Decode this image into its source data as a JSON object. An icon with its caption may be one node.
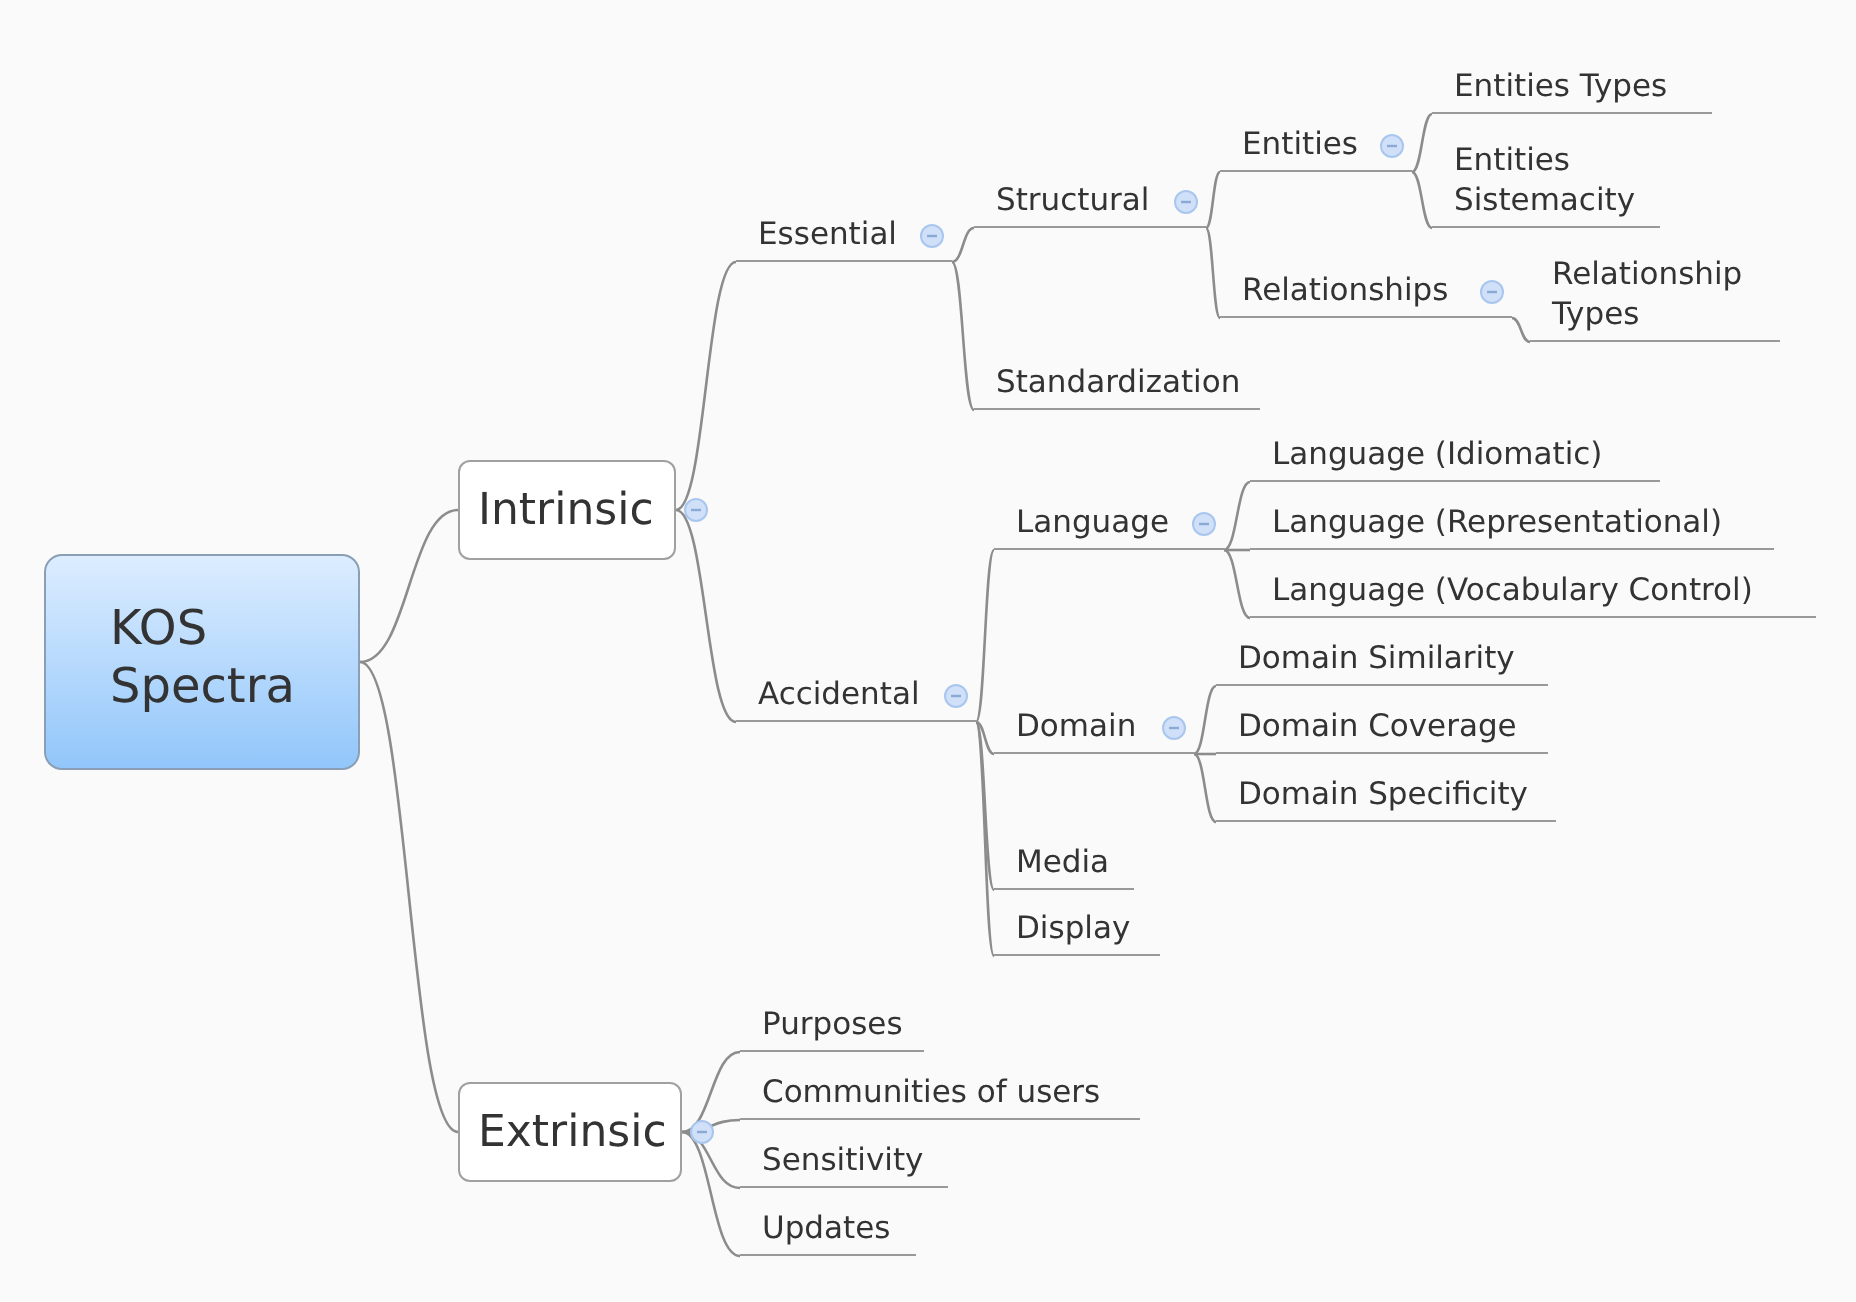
{
  "diagram": {
    "nodes": [
      {
        "text": [
          "KOS Spectra"
        ]
      },
      {
        "text": [
          "Intrinsic"
        ]
      },
      {
        "text": [
          "Essential"
        ]
      },
      {
        "text": [
          "Structural"
        ]
      },
      {
        "text": [
          "Entities"
        ]
      },
      {
        "text": [
          "Entities Types"
        ]
      },
      {
        "text": [
          "Entities Sistemacity"
        ]
      },
      {
        "text": [
          "Relationships"
        ]
      },
      {
        "text": [
          "Relationship Types"
        ]
      },
      {
        "text": [
          "Standardization"
        ]
      },
      {
        "text": [
          "Accidental"
        ]
      },
      {
        "text": [
          "Language"
        ]
      },
      {
        "text": [
          "Language (Idiomatic)"
        ]
      },
      {
        "text": [
          "Language (Representational)"
        ]
      },
      {
        "text": [
          "Language (Vocabulary Control)"
        ]
      },
      {
        "text": [
          "Domain"
        ]
      },
      {
        "text": [
          "Domain Similarity"
        ]
      },
      {
        "text": [
          "Domain Coverage"
        ]
      },
      {
        "text": [
          "Domain Specificity"
        ]
      },
      {
        "text": [
          "Media"
        ]
      },
      {
        "text": [
          "Display"
        ]
      },
      {
        "text": [
          "Extrinsic"
        ]
      },
      {
        "text": [
          "Purposes"
        ]
      },
      {
        "text": [
          "Communities of users"
        ]
      },
      {
        "text": [
          "Sensitivity"
        ]
      },
      {
        "text": [
          "Updates"
        ]
      }
    ],
    "edges": [
      {
        "from": 0,
        "to": 1,
        "arrow": "none"
      },
      {
        "from": 0,
        "to": 21,
        "arrow": "none"
      },
      {
        "from": 1,
        "to": 2,
        "arrow": "none"
      },
      {
        "from": 1,
        "to": 10,
        "arrow": "none"
      },
      {
        "from": 2,
        "to": 3,
        "arrow": "none"
      },
      {
        "from": 2,
        "to": 9,
        "arrow": "none"
      },
      {
        "from": 3,
        "to": 4,
        "arrow": "none"
      },
      {
        "from": 3,
        "to": 7,
        "arrow": "none"
      },
      {
        "from": 4,
        "to": 5,
        "arrow": "none"
      },
      {
        "from": 4,
        "to": 6,
        "arrow": "none"
      },
      {
        "from": 7,
        "to": 8,
        "arrow": "none"
      },
      {
        "from": 10,
        "to": 11,
        "arrow": "none"
      },
      {
        "from": 10,
        "to": 15,
        "arrow": "none"
      },
      {
        "from": 10,
        "to": 19,
        "arrow": "none"
      },
      {
        "from": 10,
        "to": 20,
        "arrow": "none"
      },
      {
        "from": 11,
        "to": 12,
        "arrow": "none"
      },
      {
        "from": 11,
        "to": 13,
        "arrow": "none"
      },
      {
        "from": 11,
        "to": 14,
        "arrow": "none"
      },
      {
        "from": 15,
        "to": 16,
        "arrow": "none"
      },
      {
        "from": 15,
        "to": 17,
        "arrow": "none"
      },
      {
        "from": 15,
        "to": 18,
        "arrow": "none"
      },
      {
        "from": 21,
        "to": 22,
        "arrow": "none"
      },
      {
        "from": 21,
        "to": 23,
        "arrow": "none"
      },
      {
        "from": 21,
        "to": 24,
        "arrow": "none"
      },
      {
        "from": 21,
        "to": 25,
        "arrow": "none"
      }
    ]
  }
}
